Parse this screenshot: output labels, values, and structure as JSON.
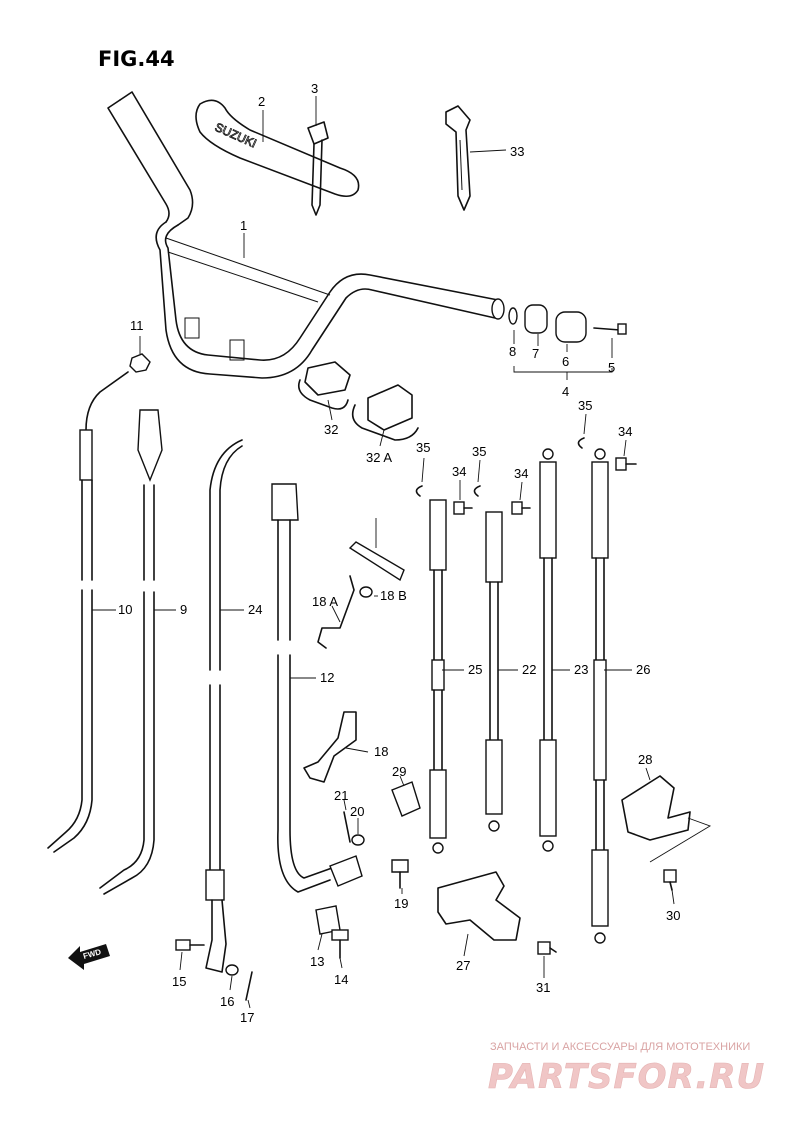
{
  "figure": {
    "title": "FIG.44"
  },
  "brand_mark": "SUZUKI",
  "fwd_label": "FWD",
  "callouts": [
    {
      "id": "c1",
      "text": "1"
    },
    {
      "id": "c2",
      "text": "2"
    },
    {
      "id": "c3",
      "text": "3"
    },
    {
      "id": "c4",
      "text": "4"
    },
    {
      "id": "c5",
      "text": "5"
    },
    {
      "id": "c6",
      "text": "6"
    },
    {
      "id": "c7",
      "text": "7"
    },
    {
      "id": "c8",
      "text": "8"
    },
    {
      "id": "c9",
      "text": "9"
    },
    {
      "id": "c10",
      "text": "10"
    },
    {
      "id": "c11",
      "text": "11"
    },
    {
      "id": "c12",
      "text": "12"
    },
    {
      "id": "c13",
      "text": "13"
    },
    {
      "id": "c14",
      "text": "14"
    },
    {
      "id": "c15",
      "text": "15"
    },
    {
      "id": "c16",
      "text": "16"
    },
    {
      "id": "c17",
      "text": "17"
    },
    {
      "id": "c18",
      "text": "18"
    },
    {
      "id": "c18a",
      "text": "18 A"
    },
    {
      "id": "c18b",
      "text": "18 B"
    },
    {
      "id": "c19",
      "text": "19"
    },
    {
      "id": "c20",
      "text": "20"
    },
    {
      "id": "c21",
      "text": "21"
    },
    {
      "id": "c22",
      "text": "22"
    },
    {
      "id": "c23",
      "text": "23"
    },
    {
      "id": "c24",
      "text": "24"
    },
    {
      "id": "c25",
      "text": "25"
    },
    {
      "id": "c26",
      "text": "26"
    },
    {
      "id": "c27",
      "text": "27"
    },
    {
      "id": "c28",
      "text": "28"
    },
    {
      "id": "c29",
      "text": "29"
    },
    {
      "id": "c30",
      "text": "30"
    },
    {
      "id": "c31",
      "text": "31"
    },
    {
      "id": "c32",
      "text": "32"
    },
    {
      "id": "c32a",
      "text": "32 A"
    },
    {
      "id": "c33",
      "text": "33"
    },
    {
      "id": "c34a",
      "text": "34"
    },
    {
      "id": "c34b",
      "text": "34"
    },
    {
      "id": "c34c",
      "text": "34"
    },
    {
      "id": "c35a",
      "text": "35"
    },
    {
      "id": "c35b",
      "text": "35"
    },
    {
      "id": "c35c",
      "text": "35"
    }
  ],
  "watermark": {
    "tagline": "ЗАПЧАСТИ И АКСЕССУАРЫ ДЛЯ МОТОТЕХНИКИ",
    "logo": "PARTSFOR.RU"
  }
}
